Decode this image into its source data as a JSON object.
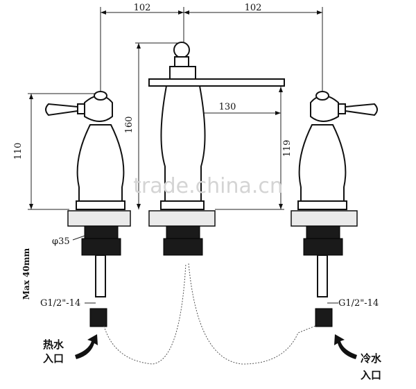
{
  "dimensions": {
    "left_spacing": "102",
    "right_spacing": "102",
    "spout_reach": "130",
    "spout_height": "160",
    "handle_height": "110",
    "spout_clearance": "119",
    "hole_diameter": "φ35",
    "max_deck": "Max 40mm"
  },
  "connections": {
    "left_thread": "G1/2\"-14",
    "right_thread": "G1/2\"-14"
  },
  "inlets": {
    "hot_line1": "热水",
    "hot_line2": "入口",
    "cold_line1": "冷水",
    "cold_line2": "入口"
  },
  "watermark": "trade.china.cn"
}
